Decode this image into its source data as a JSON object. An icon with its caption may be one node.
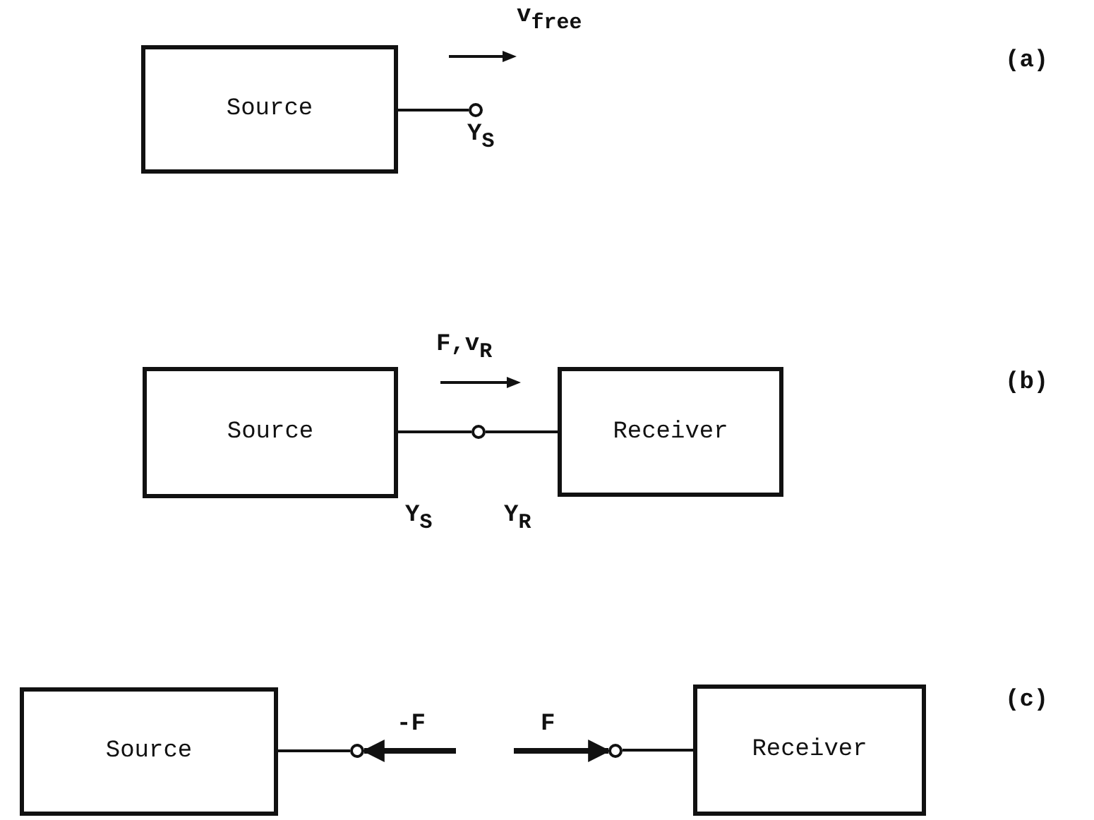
{
  "diagram": {
    "nodes": [
      {
        "text": [
          "Source"
        ]
      },
      {
        "text": [],
        "shape": "circle"
      },
      {
        "text": [
          "Source"
        ]
      },
      {
        "text": [],
        "shape": "circle"
      },
      {
        "text": [
          "Receiver"
        ]
      },
      {
        "text": [
          "Source"
        ]
      },
      {
        "text": [],
        "shape": "circle"
      },
      {
        "text": [],
        "shape": "circle"
      },
      {
        "text": [
          "Receiver"
        ]
      }
    ],
    "edges": [
      {
        "from": 0,
        "to": 1,
        "arrow": "none"
      },
      {
        "from": 2,
        "to": 3,
        "arrow": "none"
      },
      {
        "from": 3,
        "to": 4,
        "arrow": "none"
      },
      {
        "from": 5,
        "to": 6,
        "arrow": "none"
      },
      {
        "from": null,
        "to": 6,
        "arrow": "to",
        "style": "thick",
        "label": "-F"
      },
      {
        "from": null,
        "to": 7,
        "arrow": "to",
        "style": "thick",
        "label": "F"
      },
      {
        "from": 7,
        "to": 8,
        "arrow": "none"
      }
    ],
    "labels": [
      "v$_{free}$",
      "(a)",
      "Y$_{S}$",
      "F,v$_{R}$",
      "(b)",
      "Y$_{S}$",
      "Y$_{R}$",
      "(c)"
    ]
  }
}
